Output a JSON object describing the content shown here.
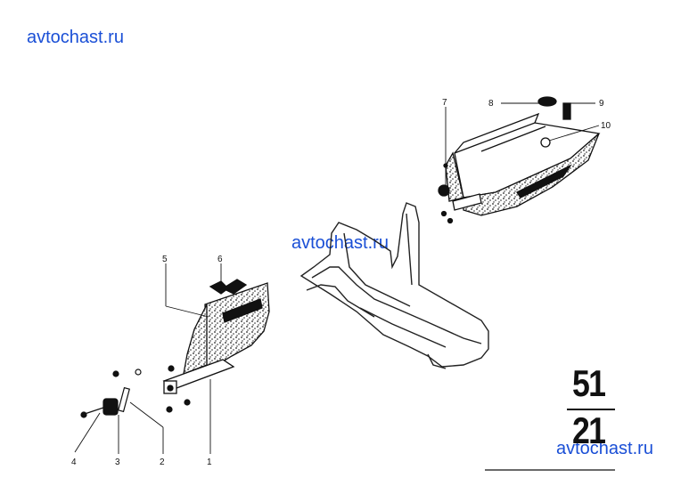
{
  "watermarks": [
    "avtochast.ru",
    "avtochast.ru",
    "avtochast.ru"
  ],
  "part_labels": [
    "1",
    "2",
    "3",
    "4",
    "5",
    "6",
    "7",
    "8",
    "9",
    "10"
  ],
  "group_number": {
    "top": "51",
    "bottom": "21"
  },
  "colors": {
    "ink": "#111111",
    "watermark": "#1a4fd6",
    "paper": "#ffffff"
  }
}
